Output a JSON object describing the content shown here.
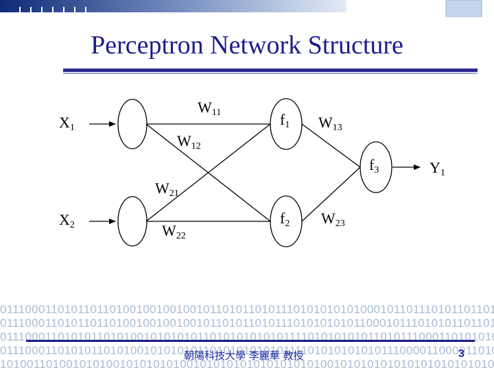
{
  "slide": {
    "title": "Perceptron Network Structure",
    "footer_text": "朝陽科技大學 李麗華 教授",
    "page_number": "3",
    "background_binary": [
      "01110001101011011010010010010010110101101011101010101010001011011101011011010",
      "01110001101011011010010010010010110101101011101010101011000101110101011011010",
      "01110001101010110101001010101011010101010101111010101010110101110001101010101",
      "01110001101010110101001010101011010101010101111010101010101110000110000110101",
      "10100110100101010010101010100101010101010101010100101010101010101010101010101"
    ],
    "colors": {
      "title": "#1c1c8c",
      "accent_bar": "#2a2a90",
      "footer_text": "#1c2a9c",
      "binary": "#a9bcd6"
    }
  },
  "diagram": {
    "inputs": [
      {
        "label": "X",
        "sub": "1"
      },
      {
        "label": "X",
        "sub": "2"
      }
    ],
    "weights": [
      {
        "label": "W",
        "sub": "11"
      },
      {
        "label": "W",
        "sub": "12"
      },
      {
        "label": "W",
        "sub": "21"
      },
      {
        "label": "W",
        "sub": "22"
      },
      {
        "label": "W",
        "sub": "13"
      },
      {
        "label": "W",
        "sub": "23"
      }
    ],
    "functions": [
      {
        "label": "f",
        "sub": "1"
      },
      {
        "label": "f",
        "sub": "2"
      },
      {
        "label": "f",
        "sub": "3"
      }
    ],
    "output": {
      "label": "Y",
      "sub": "1"
    }
  }
}
